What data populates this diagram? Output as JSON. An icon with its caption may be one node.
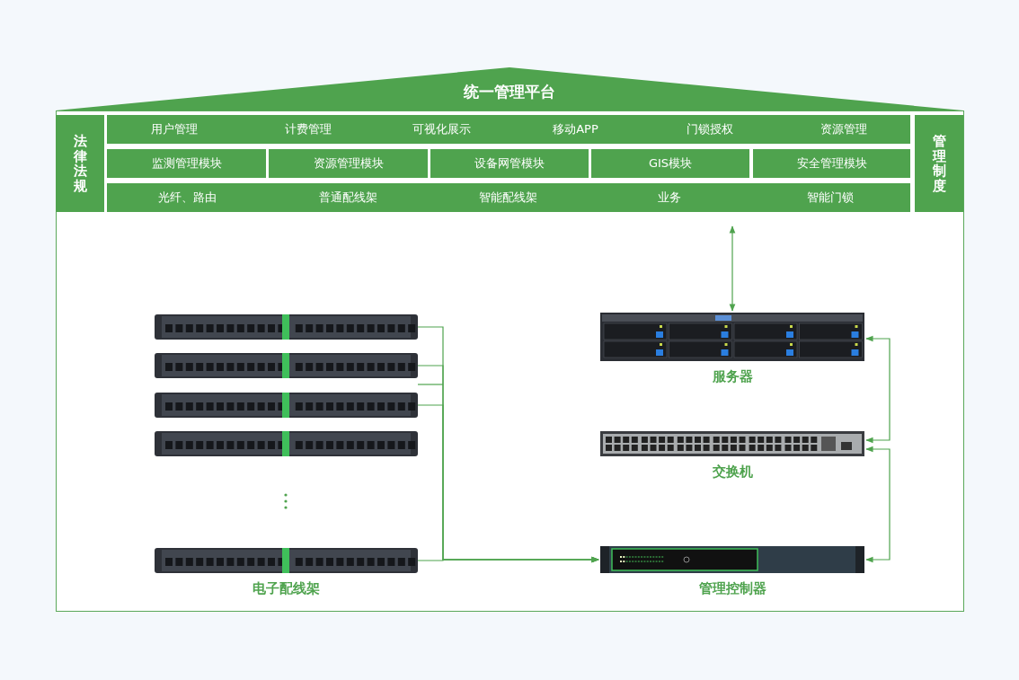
{
  "diagram": {
    "nodes": [
      {
        "text": [
          "统一管理平台"
        ]
      },
      {
        "text": [
          "法律法规"
        ]
      },
      {
        "text": [
          "用户管理",
          "计费管理",
          "可视化展示",
          "移动APP",
          "门锁授权",
          "资源管理"
        ]
      },
      {
        "text": [
          "监测管理模块"
        ]
      },
      {
        "text": [
          "资源管理模块"
        ]
      },
      {
        "text": [
          "设备网管模块"
        ]
      },
      {
        "text": [
          "GIS模块"
        ]
      },
      {
        "text": [
          "安全管理模块"
        ]
      },
      {
        "text": [
          "光纤、路由",
          "普通配线架",
          "智能配线架",
          "业务",
          "智能门锁"
        ]
      },
      {
        "text": [
          "管理制度"
        ]
      },
      {
        "text": [],
        "shape": "picture"
      },
      {
        "text": [],
        "shape": "picture"
      },
      {
        "text": [],
        "shape": "picture"
      },
      {
        "text": [],
        "shape": "picture"
      },
      {
        "text": [],
        "shape": "picture"
      },
      {
        "text": [],
        "shape": "picture",
        "beside": [
          "服务器"
        ]
      },
      {
        "text": [],
        "shape": "picture",
        "beside": [
          "交换机"
        ]
      },
      {
        "text": [],
        "shape": "picture",
        "beside": [
          "管理控制器"
        ]
      }
    ],
    "edges": [
      {
        "from": 10,
        "to": 17,
        "arrow": "to"
      },
      {
        "from": 11,
        "to": 17,
        "arrow": "to"
      },
      {
        "from": 12,
        "to": 17,
        "arrow": "to"
      },
      {
        "from": 14,
        "to": 17,
        "arrow": "to"
      },
      {
        "from": 17,
        "to": 16,
        "arrow": "both"
      },
      {
        "from": 16,
        "to": 15,
        "arrow": "both"
      },
      {
        "from": 8,
        "to": 15,
        "arrow": "both"
      }
    ],
    "labels": [
      "电子配线架"
    ]
  }
}
